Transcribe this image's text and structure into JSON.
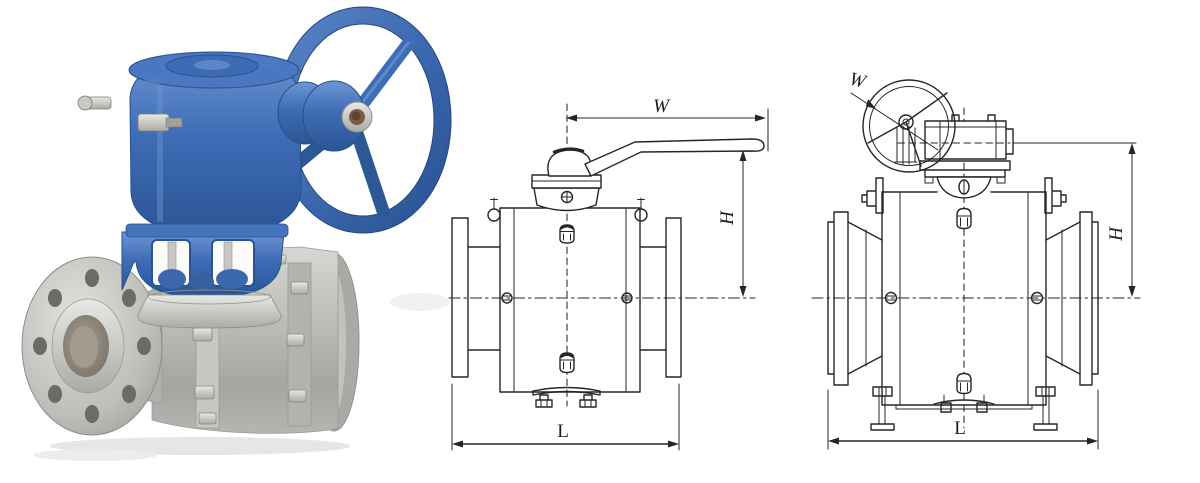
{
  "page": {
    "background": "#ffffff"
  },
  "photo": {
    "colors": {
      "blue": "#3e6db6",
      "blue_dark": "#27508f",
      "blue_light": "#6d95d2",
      "steel": "#b8b9b5",
      "steel_dark": "#8d8e8a",
      "steel_light": "#dededa",
      "bore": "#8e877c",
      "hub_bronze": "#7b5b45"
    }
  },
  "lever_drawing": {
    "labels": {
      "width": "W",
      "height": "H",
      "length": "L"
    }
  },
  "gear_drawing": {
    "labels": {
      "width": "W",
      "height": "H",
      "length": "L"
    }
  },
  "drawing_style": {
    "line_color": "#262626"
  }
}
